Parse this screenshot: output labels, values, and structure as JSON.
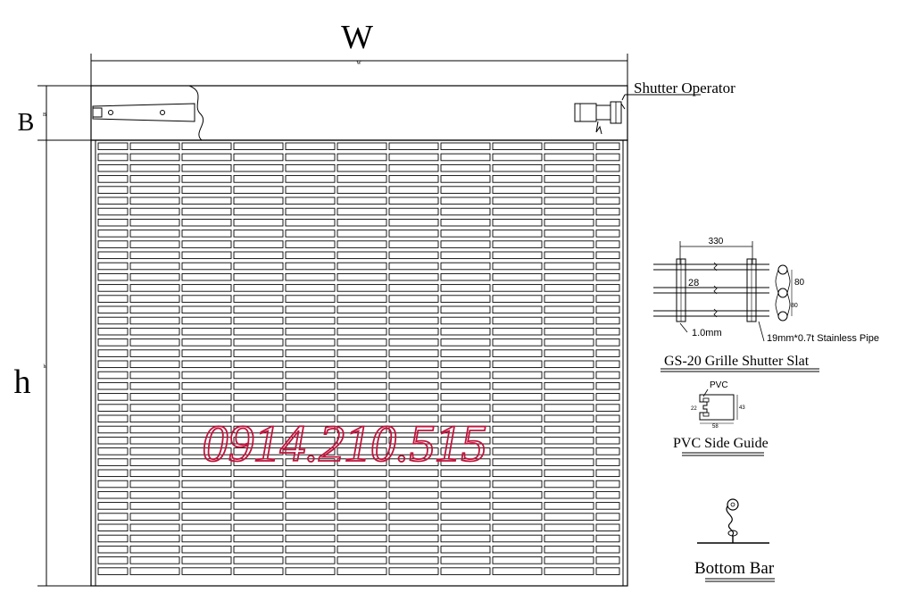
{
  "dimensions": {
    "width_label": "W",
    "width_small_label": "w",
    "box_height_label": "B",
    "box_height_small_label": "B",
    "height_label": "h",
    "height_small_label": "h"
  },
  "labels": {
    "shutter_operator": "Shutter Operator",
    "watermark_phone": "0914.210.515"
  },
  "grille_slat": {
    "caption": "GS-20 Grille Shutter Slat",
    "dim_330": "330",
    "dim_28": "28",
    "dim_80_a": "80",
    "dim_80_b": "80",
    "dim_thickness": "1.0mm",
    "pipe_note": "19mm*0.7t Stainless Pipe"
  },
  "side_guide": {
    "caption": "PVC Side Guide",
    "material": "PVC",
    "dim_22": "22",
    "dim_43": "43",
    "dim_58": "58"
  },
  "bottom_bar": {
    "caption": "Bottom Bar"
  }
}
